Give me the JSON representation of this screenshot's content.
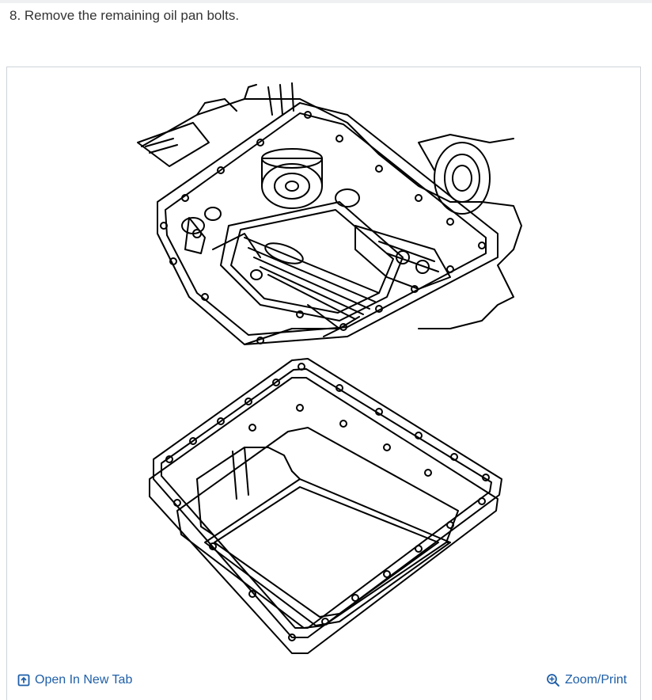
{
  "step": {
    "text": "8. Remove the remaining oil pan bolts."
  },
  "figure": {
    "illustration": "oil-pan-removal-diagram"
  },
  "footer": {
    "open_new_tab_label": "Open In New Tab",
    "open_new_tab_icon": "open-in-new-tab-icon",
    "zoom_print_label": "Zoom/Print",
    "zoom_print_icon": "zoom-in-icon"
  },
  "colors": {
    "link": "#1f5fa8",
    "text": "#333333",
    "frame_border": "#cfd3d7"
  }
}
